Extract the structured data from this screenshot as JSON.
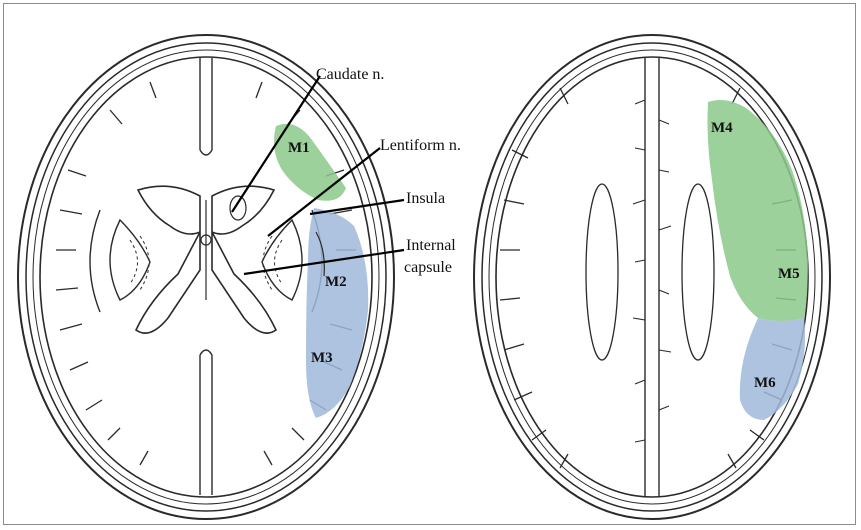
{
  "labels": {
    "caudate": "Caudate n.",
    "lentiform": "Lentiform n.",
    "insula": "Insula",
    "internal_line1": "Internal",
    "internal_line2": "capsule"
  },
  "regions": {
    "m1": "M1",
    "m2": "M2",
    "m3": "M3",
    "m4": "M4",
    "m5": "M5",
    "m6": "M6"
  },
  "colors": {
    "green": "#8cc98a",
    "blue": "#9fb8d9",
    "stroke": "#2a2a2a"
  }
}
